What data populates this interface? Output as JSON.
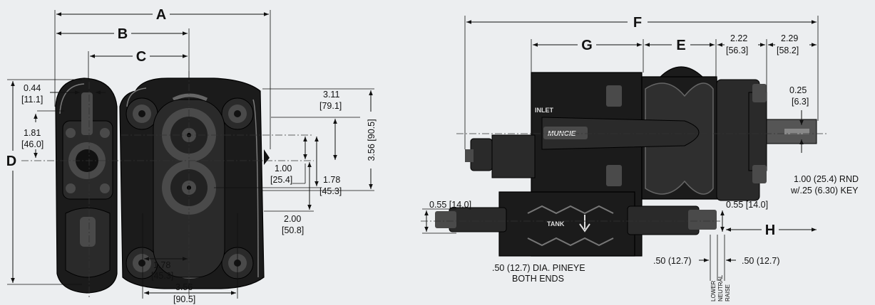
{
  "letters": {
    "A": "A",
    "B": "B",
    "C": "C",
    "D": "D",
    "E": "E",
    "F": "F",
    "G": "G",
    "H": "H"
  },
  "dims": {
    "d044": "0.44",
    "d111": "[11.1]",
    "d181": "1.81",
    "d460": "[46.0]",
    "d311": "3.11",
    "d791": "[79.1]",
    "d100": "1.00",
    "d254": "[25.4]",
    "d178": "1.78",
    "d453": "[45.3]",
    "d356v": "3.56 [90.5]",
    "d200": "2.00",
    "d508": "[50.8]",
    "d178b": "1.78",
    "d453b": "[45.3]",
    "d356b": "3.56",
    "d905b": "[90.5]",
    "d222": "2.22",
    "d563": "[56.3]",
    "d229": "2.29",
    "d582": "[58.2]",
    "d025": "0.25",
    "d63": "[6.3]",
    "shaft1": "1.00 (25.4) RND",
    "shaft2": "w/.25 (6.30) KEY",
    "d055a": "0.55 [14.0]",
    "d055b": "0.55 [14.0]",
    "pin1": ".50 (12.7) DIA. PINEYE",
    "pin2": "BOTH ENDS",
    "d50a": ".50 (12.7)",
    "d50b": ".50 (12.7)"
  },
  "positions": {
    "raise": "RAISE",
    "neutral": "NEUTRAL",
    "lower": "LOWER"
  },
  "markings": {
    "inlet": "INLET",
    "brand": "MUNCIE",
    "tank": "TANK"
  },
  "colors": {
    "background": "#eceef0",
    "body": "#1b1b1b",
    "line": "#111111"
  }
}
